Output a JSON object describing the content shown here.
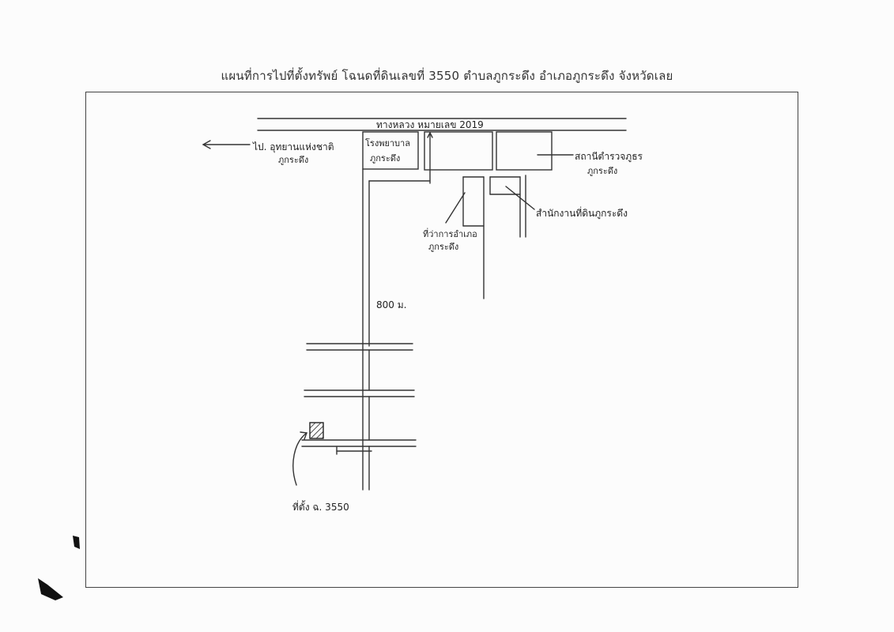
{
  "page": {
    "title": "แผนที่การไปที่ตั้งทรัพย์ โฉนดที่ดินเลขที่ 3550 ตำบลภูกระดึง อำเภอภูกระดึง จังหวัดเลย"
  },
  "map": {
    "highway_label": "ทางหลวง หมายเลข 2019",
    "to_park_label_1": "ไป. อุทยานแห่งชาติ",
    "to_park_label_2": "ภูกระดึง",
    "hospital_label_1": "โรงพยาบาล",
    "hospital_label_2": "ภูกระดึง",
    "police_label_1": "สถานีตำรวจภูธร",
    "police_label_2": "ภูกระดึง",
    "land_office_label": "สำนักงานที่ดินภูกระดึง",
    "district_office_label_1": "ที่ว่าการอำเภอ",
    "district_office_label_2": "ภูกระดึง",
    "distance_label": "800 ม.",
    "site_label": "ที่ตั้ง ฉ. 3550"
  }
}
